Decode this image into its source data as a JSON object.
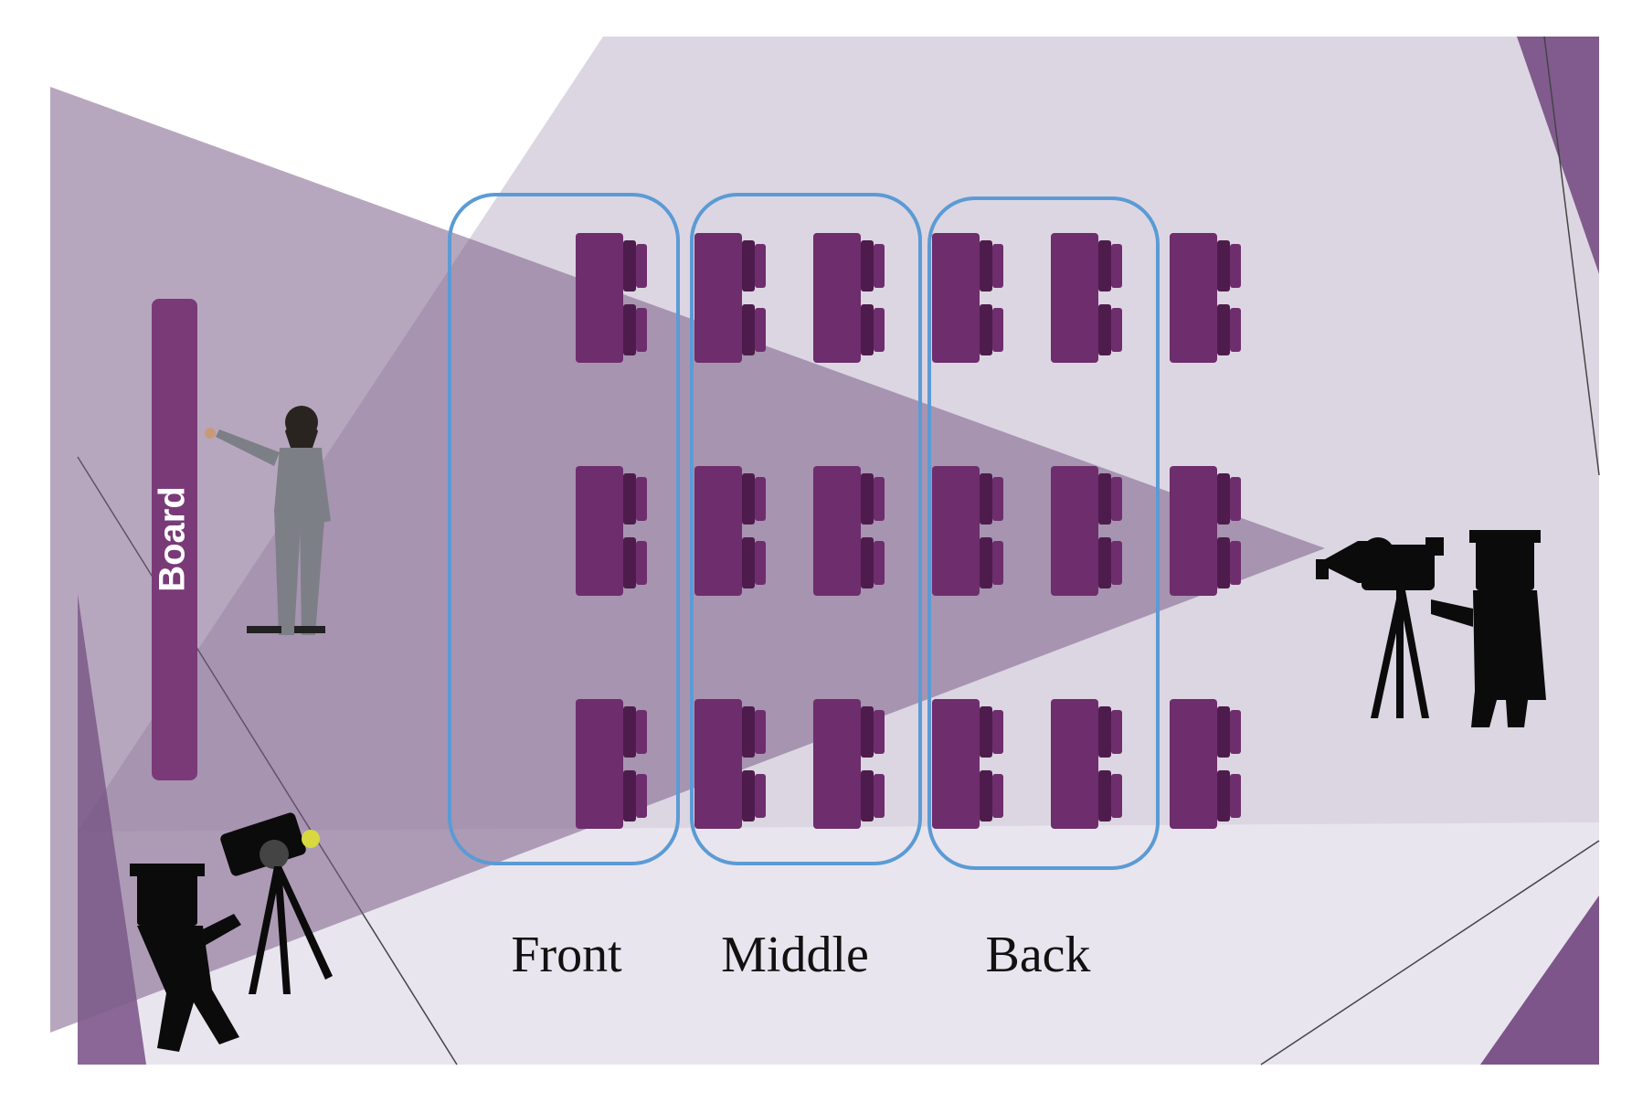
{
  "board": {
    "label": "Board"
  },
  "zones": [
    {
      "label": "Front"
    },
    {
      "label": "Middle"
    },
    {
      "label": "Back"
    }
  ],
  "layout": {
    "desk_columns": 6,
    "desk_rows": 3
  },
  "colors": {
    "desk": "#6e2d6c",
    "desk_dark": "#4e1c4c",
    "board": "#7a3a78",
    "zone_outline": "#5b9bd5",
    "background": "#dcd6e2",
    "projection": "#7b5e88",
    "accent": "#6a3c78",
    "silhouette": "#0b0b0b"
  },
  "icons": [
    "teacher-figure-icon",
    "camera-operator-icon-bottom-left",
    "camera-operator-icon-right",
    "desk-icon"
  ]
}
